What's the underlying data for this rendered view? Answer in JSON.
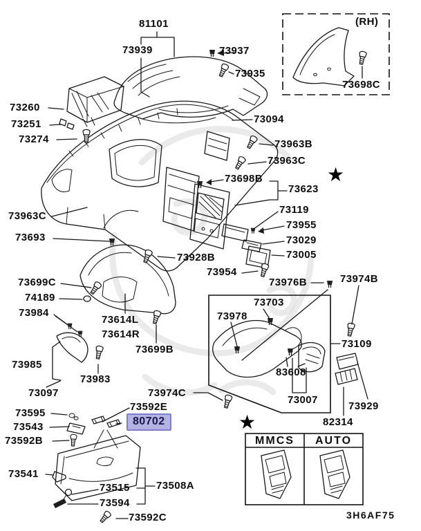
{
  "diagram": {
    "title_code": "3H6AF75",
    "star_char": "★",
    "highlight": {
      "fill": "#b4b2e2",
      "border": "#7e7ccd",
      "text_color": "#17174e"
    }
  },
  "labels": {
    "p81101": "81101",
    "p73939": "73939",
    "p73937": "73937",
    "p73935": "73935",
    "rh": "(RH)",
    "p73698c": "73698C",
    "p73260": "73260",
    "p73251": "73251",
    "p73274": "73274",
    "p73094": "73094",
    "p73963b": "73963B",
    "p73963c_right": "73963C",
    "p73698b": "73698B",
    "p73623": "73623",
    "p73119": "73119",
    "p73955": "73955",
    "p73029": "73029",
    "p73005": "73005",
    "p73963c_left": "73963C",
    "p73693": "73693",
    "p73928b": "73928B",
    "p73954": "73954",
    "p73976b": "73976B",
    "p73974b": "73974B",
    "p73699c": "73699C",
    "p74189": "74189",
    "p73984": "73984",
    "p73614l": "73614L",
    "p73614r": "73614R",
    "p73699b": "73699B",
    "p73703": "73703",
    "p73978": "73978",
    "p73109": "73109",
    "p83608": "83608",
    "p73007": "73007",
    "p73929": "73929",
    "p82314": "82314",
    "p73985": "73985",
    "p73983": "73983",
    "p73097": "73097",
    "p73974c": "73974C",
    "p73592e": "73592E",
    "p73595": "73595",
    "p80702": "80702",
    "p73543": "73543",
    "p73592b": "73592B",
    "p73541": "73541",
    "p73515": "73515",
    "p73508a": "73508A",
    "p73594": "73594",
    "p73592c": "73592C"
  },
  "table": {
    "col1": "MMCS",
    "col2": "AUTO"
  }
}
